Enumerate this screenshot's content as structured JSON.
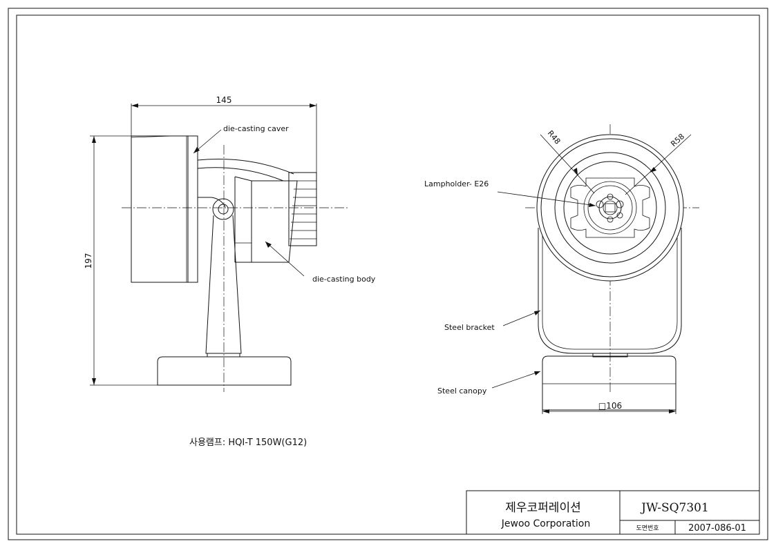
{
  "drawing": {
    "side_view": {
      "width_dimension": "145",
      "height_dimension": "197",
      "label_cover": "die-casting caver",
      "label_body": "die-casting body"
    },
    "front_view": {
      "radius_inner": "R48",
      "radius_outer": "R58",
      "label_lampholder": "Lampholder- E26",
      "label_bracket": "Steel  bracket",
      "label_canopy": "Steel canopy",
      "base_dimension": "□106"
    },
    "lamp_note": "사용램프: HQI-T 150W(G12)"
  },
  "title_block": {
    "company_korean": "제우코퍼레이션",
    "company_english": "Jewoo Corporation",
    "model_code": "JW-SQ7301",
    "drawing_number_label": "도면번호",
    "drawing_number": "2007-086-01"
  }
}
